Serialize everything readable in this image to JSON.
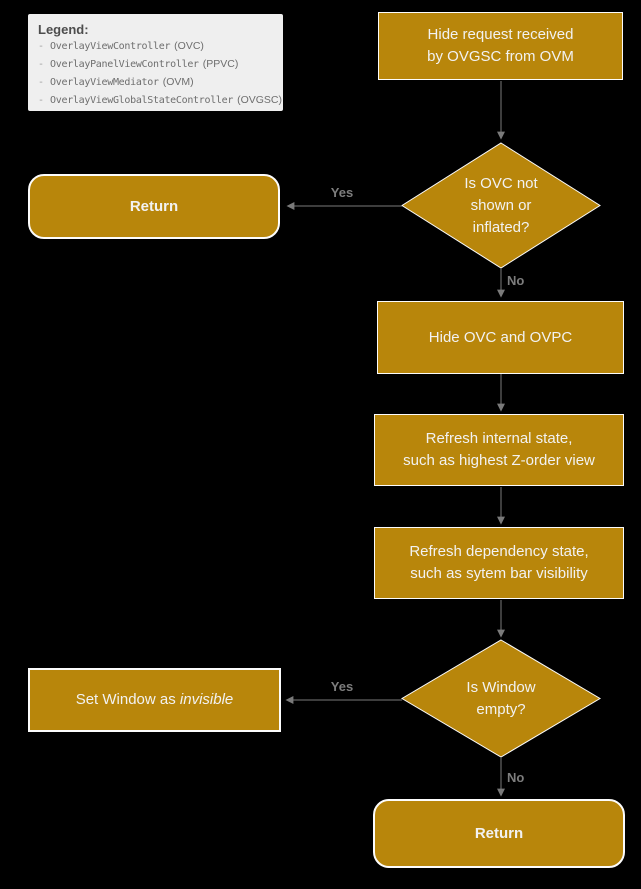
{
  "colors": {
    "background": "#000000",
    "node_fill": "#B8860B",
    "node_border": "#FCFCFC",
    "node_text": "#F2F2F2",
    "connector": "#7A7A7A",
    "edge_label": "#7D7D7D",
    "legend_bg": "#EFEFEF",
    "legend_title": "#4D4D4D",
    "legend_text": "#6E6E6E"
  },
  "legend": {
    "title": "Legend:",
    "items": [
      {
        "bullet": "-",
        "name": "OverlayViewController",
        "abbr": "(OVC)"
      },
      {
        "bullet": "-",
        "name": "OverlayPanelViewController",
        "abbr": "(PPVC)"
      },
      {
        "bullet": "-",
        "name": "OverlayViewMediator",
        "abbr": "(OVM)"
      },
      {
        "bullet": "-",
        "name": "OverlayViewGlobalStateController",
        "abbr": "(OVGSC)"
      }
    ]
  },
  "nodes": {
    "start": {
      "line1": "Hide request received",
      "line2": "by OVGSC from OVM"
    },
    "decision1": {
      "line1": "Is OVC not",
      "line2": "shown or",
      "line3": "inflated?"
    },
    "return1": {
      "label": "Return"
    },
    "hide_ovc": {
      "label": "Hide OVC and OVPC"
    },
    "refresh_internal": {
      "line1": "Refresh internal state,",
      "line2": "such as highest Z-order view"
    },
    "refresh_dependency": {
      "line1": "Refresh dependency state,",
      "line2": "such as sytem bar visibility"
    },
    "decision2": {
      "line1": "Is Window",
      "line2": "empty?"
    },
    "set_window": {
      "prefix": "Set Window as ",
      "emphasis": "invisible"
    },
    "return2": {
      "label": "Return"
    }
  },
  "edges": {
    "yes1": "Yes",
    "no1": "No",
    "yes2": "Yes",
    "no2": "No"
  }
}
